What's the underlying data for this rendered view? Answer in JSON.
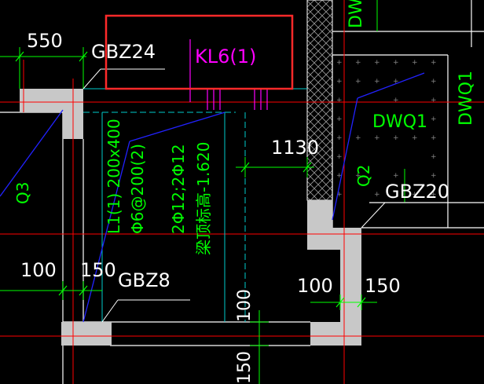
{
  "drawing": {
    "background": "#000000",
    "colors": {
      "axis_red": "#ff0000",
      "wall_white": "#ffffff",
      "column_fill": "#c8c8c8",
      "dim_green": "#00ff00",
      "cyan": "#00ffff",
      "beam_label_magenta": "#ff00ff",
      "diagonal_blue": "#2222ff",
      "highlight_box": "#ff2a2a"
    },
    "columns": {
      "gbz24": "GBZ24",
      "gbz20": "GBZ20",
      "gbz8": "GBZ8"
    },
    "beam_label": "KL6(1)",
    "beam_spec": {
      "line1": "L1(1) 200x400",
      "line2": "Φ6@200(2)",
      "line3": "2Φ12;2Φ12",
      "line4": "梁顶标高-1.620"
    },
    "dimensions": {
      "d550": "550",
      "d1130": "1130",
      "d100_left": "100",
      "d150_left": "150",
      "d100_right": "100",
      "d150_right": "150",
      "d100_vertical": "100",
      "d150_vertical": "150"
    },
    "zone_labels": {
      "q3": "Q3",
      "q2": "Q2",
      "dwq1_a": "DWQ1",
      "dwq1_b": "DWQ1",
      "dwq_top": "DWQ"
    }
  }
}
